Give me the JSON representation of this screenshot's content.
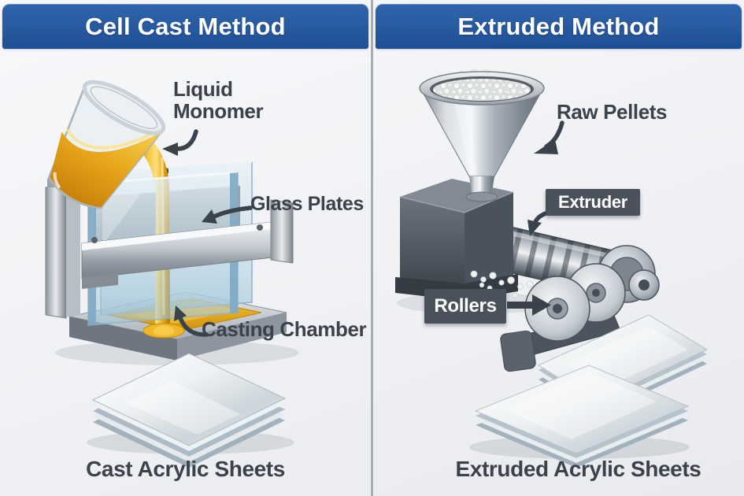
{
  "left_panel": {
    "title": "Cell Cast Method",
    "labels": {
      "liquid_monomer": "Liquid\nMonomer",
      "glass_plates": "Glass Plates",
      "casting_chamber": "Casting Chamber",
      "caption": "Cast Acrylic Sheets"
    }
  },
  "right_panel": {
    "title": "Extruded Method",
    "labels": {
      "raw_pellets": "Raw Pellets",
      "extruder": "Extruder",
      "rollers": "Rollers",
      "caption": "Extruded Acrylic Sheets"
    }
  },
  "colors": {
    "header_blue": "#2a5ea6",
    "header_text": "#ffffff",
    "label_text": "#3a424c",
    "badge_bg": "#49525b",
    "badge_text": "#ffffff",
    "divider": "#8e959c",
    "background": "#f2f4f6",
    "liquid_gold": "#e8a81c",
    "glass_blue": "#bcd7e4",
    "metal_silver": "#c3cad0",
    "metal_dark": "#4a525b",
    "pellet_white": "#f6f7f5"
  }
}
